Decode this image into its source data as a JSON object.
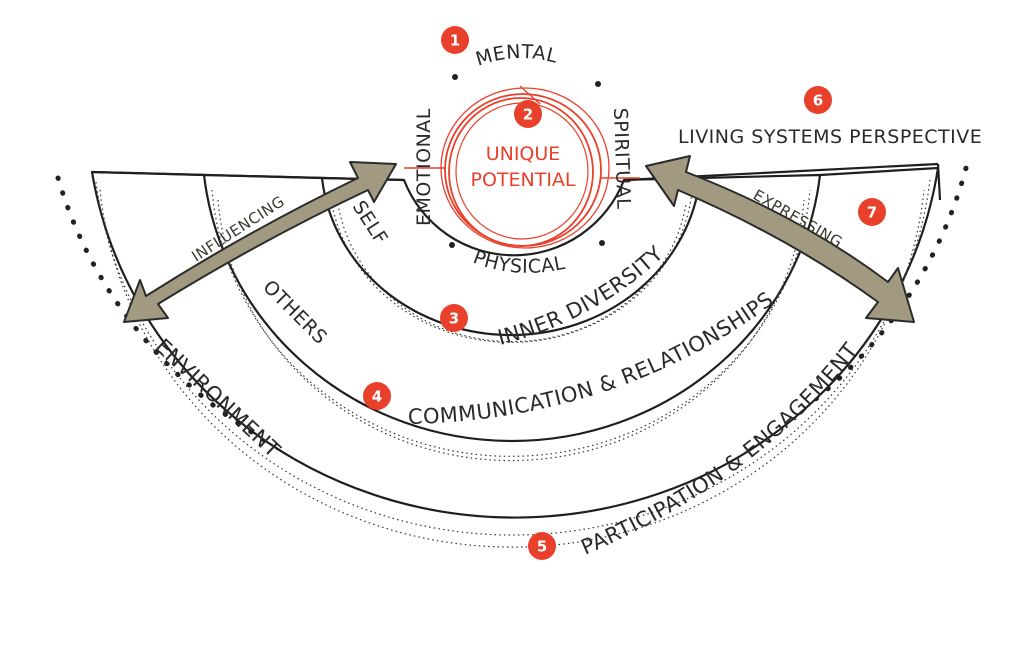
{
  "center": {
    "line1": "UNIQUE",
    "line2": "POTENTIAL",
    "color": "#e8402a"
  },
  "dimensions": {
    "mental": "MENTAL",
    "emotional": "EMOTIONAL",
    "spiritual": "SPIRITUAL",
    "physical": "PHYSICAL"
  },
  "rings": {
    "self": "SELF",
    "others": "OTHERS",
    "environment": "ENVIRONMENT",
    "inner_diversity": "INNER DIVERSITY",
    "communication": "COMMUNICATION & RELATIONSHIPS",
    "participation": "PARTICIPATION & ENGAGEMENT"
  },
  "arrows": {
    "left": "INFLUENCING",
    "right": "EXPRESSING",
    "fill_color": "#a19a81"
  },
  "perspective": "LIVING SYSTEMS PERSPECTIVE",
  "badges": {
    "b1": "1",
    "b2": "2",
    "b3": "3",
    "b4": "4",
    "b5": "5",
    "b6": "6",
    "b7": "7",
    "color": "#e8402a"
  }
}
